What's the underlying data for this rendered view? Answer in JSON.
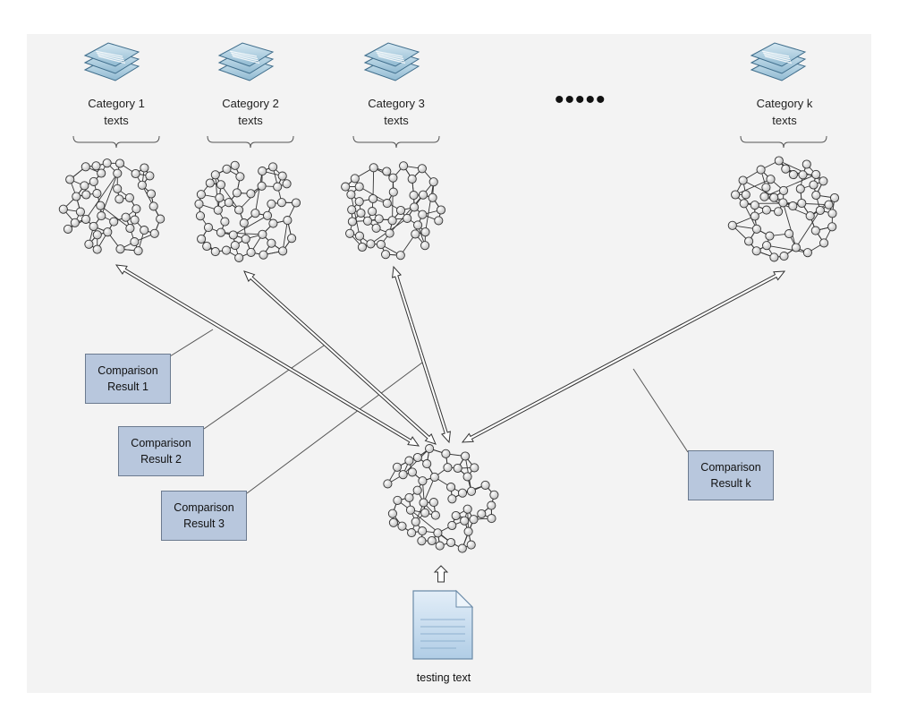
{
  "categories": [
    {
      "line1": "Category 1",
      "line2": "texts"
    },
    {
      "line1": "Category 2",
      "line2": "texts"
    },
    {
      "line1": "Category 3",
      "line2": "texts"
    },
    {
      "line1": "Category k",
      "line2": "texts"
    }
  ],
  "ellipsis": "•••••",
  "results": [
    {
      "line1": "Comparison",
      "line2": "Result 1"
    },
    {
      "line1": "Comparison",
      "line2": "Result 2"
    },
    {
      "line1": "Comparison",
      "line2": "Result 3"
    },
    {
      "line1": "Comparison",
      "line2": "Result k"
    }
  ],
  "testing_text": "testing text",
  "colors": {
    "result_box": "#b8c7dd",
    "stack": "#a9cbe0",
    "node": "#f4f4f4",
    "document": "#c5dcef"
  }
}
